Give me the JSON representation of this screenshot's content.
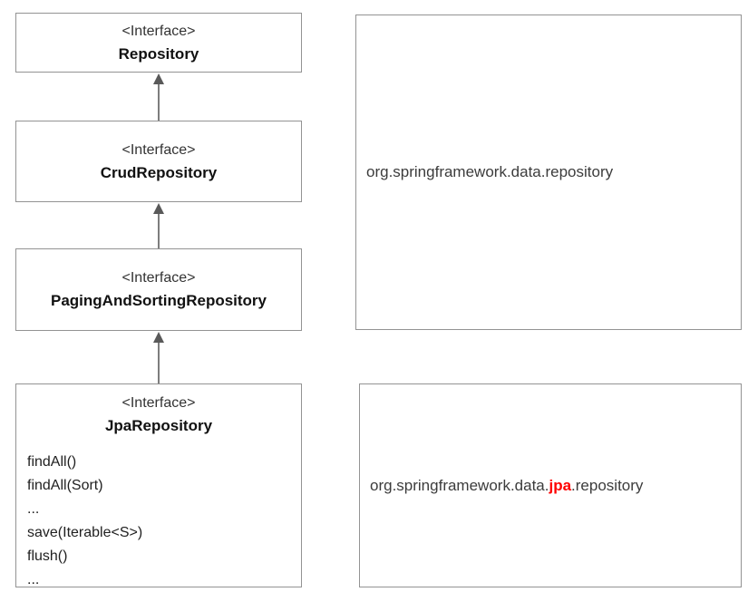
{
  "interfaces": [
    {
      "stereotype": "<Interface>",
      "name": "Repository"
    },
    {
      "stereotype": "<Interface>",
      "name": "CrudRepository"
    },
    {
      "stereotype": "<Interface>",
      "name": "PagingAndSortingRepository"
    },
    {
      "stereotype": "<Interface>",
      "name": "JpaRepository",
      "methods": [
        "findAll()",
        "findAll(Sort)",
        "...",
        "save(Iterable<S>)",
        "flush()",
        "..."
      ]
    }
  ],
  "packages": [
    {
      "name": "org.springframework.data.repository"
    },
    {
      "prefix": "org.springframework.data.",
      "highlight": "jpa",
      "suffix": ".repository"
    }
  ],
  "colors": {
    "highlight": "#ff0000",
    "box_border": "#939393",
    "arrow_head": "#595959",
    "arrow_line": "#7d7d7d"
  }
}
